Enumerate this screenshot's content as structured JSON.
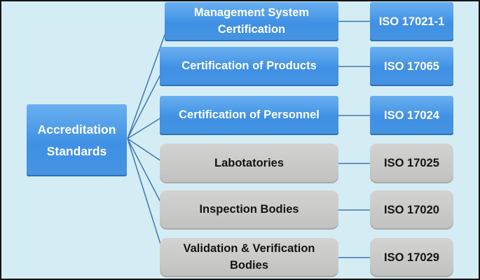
{
  "root": {
    "label": "Accreditation Standards"
  },
  "branches": [
    {
      "label": "Management System Certification",
      "standard": "ISO 17021-1",
      "style": "blue"
    },
    {
      "label": "Certification of Products",
      "standard": "ISO 17065",
      "style": "blue"
    },
    {
      "label": "Certification of Personnel",
      "standard": "ISO 17024",
      "style": "blue"
    },
    {
      "label": "Labotatories",
      "standard": "ISO 17025",
      "style": "gray"
    },
    {
      "label": "Inspection Bodies",
      "standard": "ISO 17020",
      "style": "gray"
    },
    {
      "label": "Validation & Verification Bodies",
      "standard": "ISO 17029",
      "style": "gray"
    }
  ],
  "colors": {
    "background": "#d4edf5",
    "blue_top": "#6ab0f0",
    "blue_mid": "#3f90e4",
    "blue_bottom": "#4694e2",
    "blue_edge": "#2f6fba",
    "gray_top": "#d3d3d1",
    "gray_bottom": "#c1c1bf",
    "gray_edge": "#a9a9a7",
    "line": "#3f76b4",
    "text_on_blue": "#ffffff",
    "text_on_gray": "#141414",
    "frame": "#141414"
  }
}
